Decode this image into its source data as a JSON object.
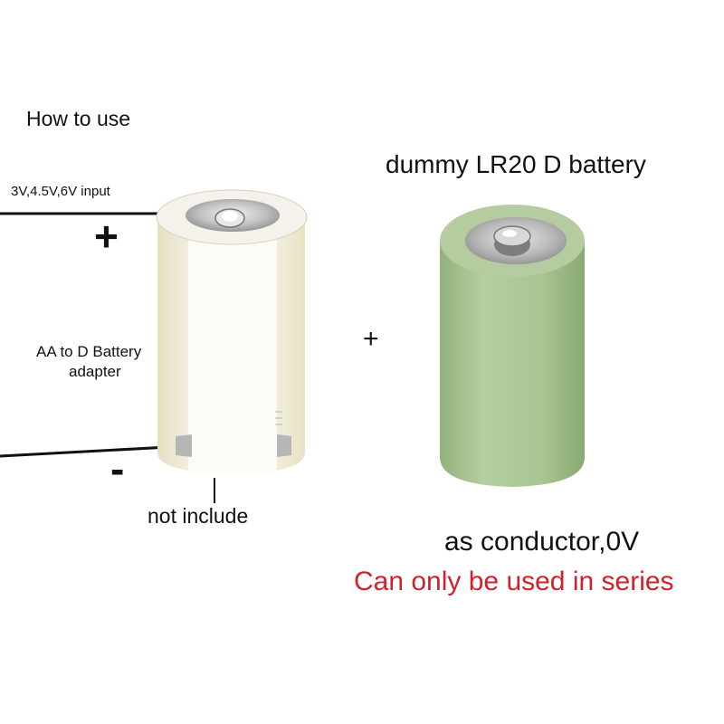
{
  "how_to_use": "How to use",
  "input_label": "3V,4.5V,6V input",
  "plus_sign": "+",
  "minus_sign": "-",
  "adapter_label": {
    "line1": "AA to D Battery",
    "line2": "adapter"
  },
  "not_include": "not include",
  "dummy_title": "dummy LR20 D battery",
  "conductor_label": "as conductor,0V",
  "series_note": "Can only be used in series",
  "colors": {
    "adapter_body": "#f3f0e2",
    "adapter_shadow": "#e4dcb8",
    "battery_green": "#a9c592",
    "battery_green_dark": "#8fae78",
    "series_note": "#d0222a",
    "wire": "#111111"
  }
}
